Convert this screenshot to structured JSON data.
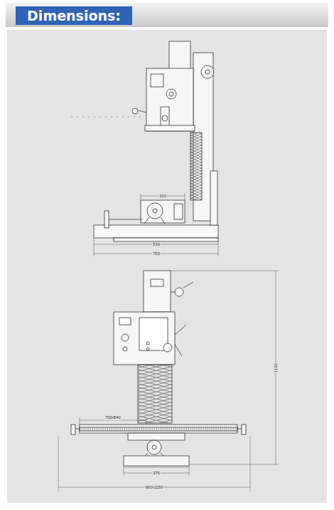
{
  "diagram": {
    "title": "Dimensions:",
    "labels": [
      "310",
      "536",
      "755",
      "1190",
      "700/840",
      "375",
      "900/1150"
    ]
  }
}
